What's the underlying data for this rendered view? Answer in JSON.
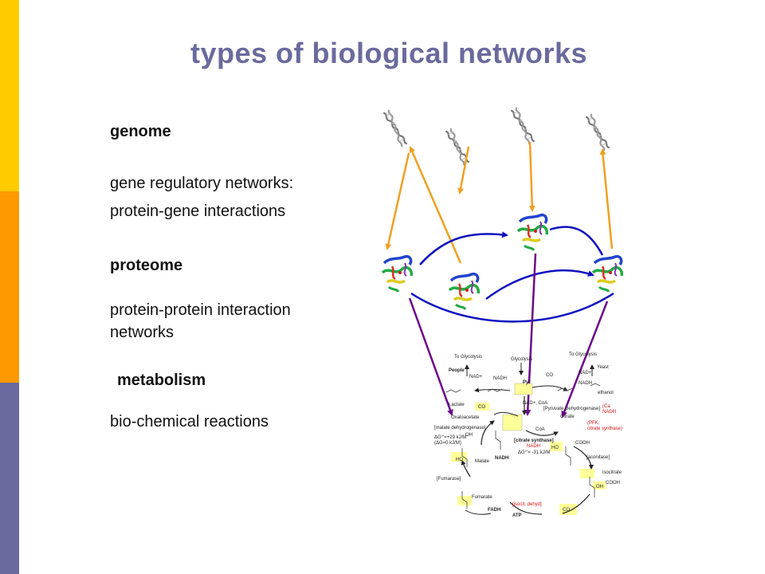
{
  "colors": {
    "band_yellow": "#ffcc00",
    "band_orange": "#ff9900",
    "band_purple": "#6a6a9e",
    "title": "#6a6a9e",
    "arrow_orange": "#f0a020",
    "arrow_blue": "#1010c0",
    "arrow_purple": "#6a0a8a"
  },
  "title": "types of biological networks",
  "sections": {
    "genome": {
      "heading": "genome",
      "line1": "gene regulatory networks:",
      "line2": "protein-gene interactions"
    },
    "proteome": {
      "heading": "proteome",
      "line1": "protein-protein interaction",
      "line2": "networks"
    },
    "metabolism": {
      "heading": "metabolism",
      "line1": "bio-chemical reactions"
    }
  },
  "icons": {
    "dna": "dna-helix-icon",
    "protein": "protein-structure-icon"
  },
  "metabolic_map": {
    "to_glycolysis_left": "To Glycolysis",
    "glycolysis": "Glycolysis",
    "to_glycolysis_right": "To Glycolysis",
    "yeast": "Yeast",
    "people": "People",
    "nad_plus": "NAD+",
    "nadh": "NADH",
    "co2": "CO",
    "lactate": "Lactate",
    "ethanol": "ethanol",
    "pyr": "Pyr",
    "nad_coa": "NAD+, CoA",
    "pyruvate_dehydrogenase": "[Pyruvate Dehydrogenase]",
    "ca": "(Ca",
    "oxaloacetate": "Oxaloacetate",
    "coa": "CoA",
    "citrate": "Citrate",
    "pfk": "(PFK,",
    "citrate_synthase_red": "citrate synthase)",
    "malate_dehydrogenase": "[malate dehydrogenase]",
    "dg_29": "ΔG°'=+29 kJ/M",
    "dg_0": "(ΔG=0 kJ/M)",
    "citrate_synthase": "[citrate synthase]",
    "dg_31": "ΔG°'= -31 kJ/M",
    "cooh": "COOH",
    "malate": "Malate",
    "aconitase": "[aconitase]",
    "isocitrate": "isocitrate",
    "fumarase": "[Fumarase]",
    "fumarate": "Fumarate",
    "fadh2": "FADH",
    "isocit_dehyd": "[isocit. dehyd]",
    "atp": "ATP",
    "oh": "OH",
    "ho": "HO"
  }
}
